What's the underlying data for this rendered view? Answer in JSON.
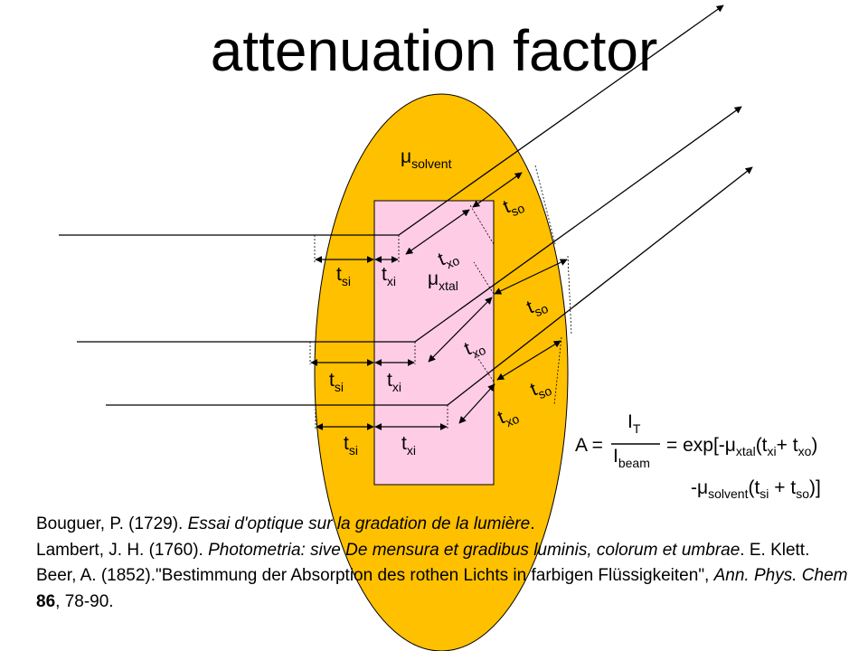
{
  "title": "attenuation factor",
  "diagram": {
    "mu_solvent": {
      "base": "μ",
      "sub": "solvent"
    },
    "mu_xtal": {
      "base": "μ",
      "sub": "xtal"
    },
    "t_si": {
      "base": "t",
      "sub": "si"
    },
    "t_xi": {
      "base": "t",
      "sub": "xi"
    },
    "t_so": {
      "base": "t",
      "sub": "so"
    },
    "t_xo": {
      "base": "t",
      "sub": "xo"
    },
    "colors": {
      "solvent_fill": "#FFC000",
      "crystal_fill": "#FFCCE6",
      "outline": "#000000"
    }
  },
  "equation": {
    "lhs": "A =",
    "numerator": {
      "base": "I",
      "sub": "T"
    },
    "denominator": {
      "base": "I",
      "sub": "beam"
    },
    "line1": {
      "p1": "= exp[-μ",
      "s1": "xtal",
      "p2": "(t",
      "s2": "xi",
      "p3": "+ t",
      "s3": "xo",
      "p4": ")"
    },
    "line2": {
      "p1": "-μ",
      "s1": "solvent",
      "p2": "(t",
      "s2": "si",
      "p3": " + t",
      "s3": "so",
      "p4": ")]"
    }
  },
  "references": [
    {
      "author": "Bouguer, P.  (1729). ",
      "title": "Essai d'optique sur la gradation de la lumière",
      "rest": "."
    },
    {
      "author": "Lambert, J. H.  (1760). ",
      "title": "Photometria: sive De mensura et gradibus luminis, colorum et umbrae",
      "rest": ". E. Klett."
    },
    {
      "author": "Beer, A. (1852).\"Bestimmung der Absorption des rothen Lichts in farbigen Flüssigkeiten\", ",
      "journal": "Ann. Phys. Chem",
      "volume": "86",
      "pages": ", 78-90."
    }
  ]
}
